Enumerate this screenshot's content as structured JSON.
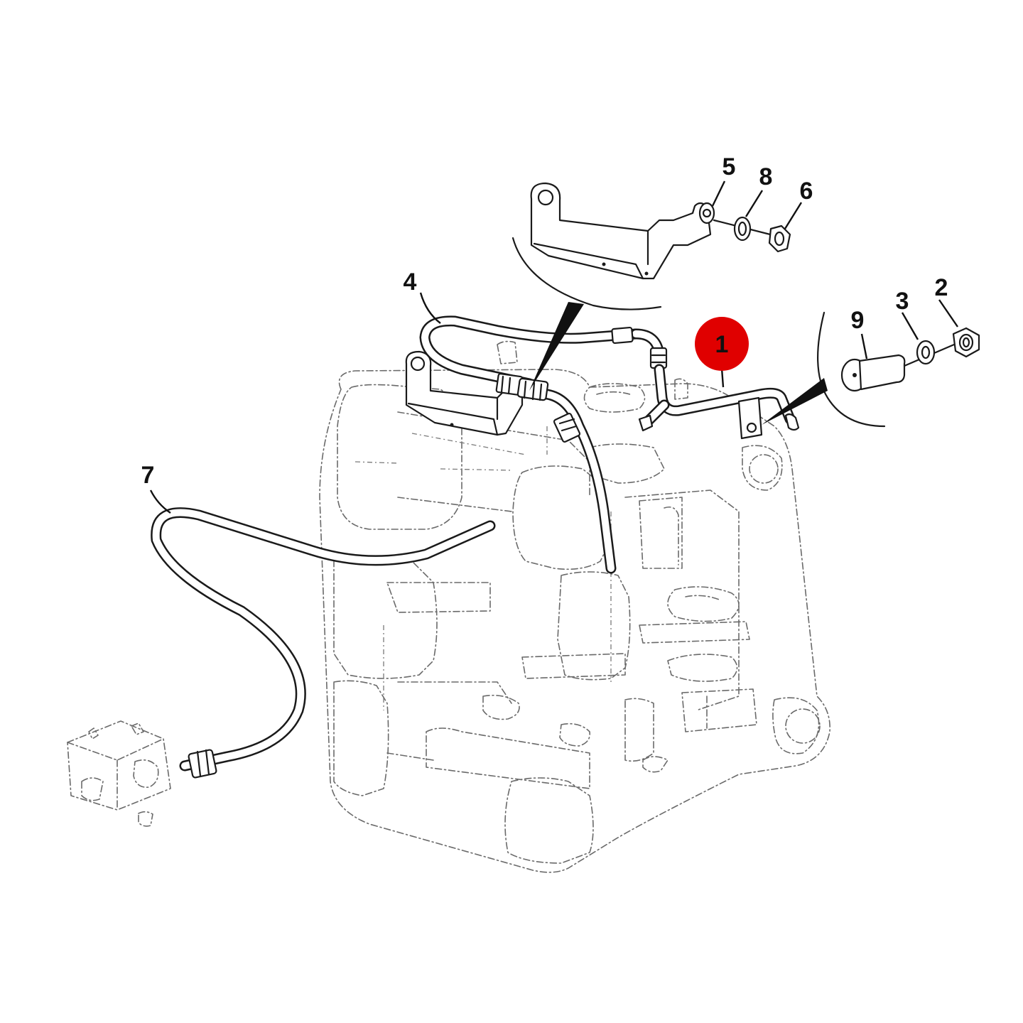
{
  "colors": {
    "highlight": "#e00000",
    "ink": "#111111",
    "phantom": "#6a6a6a"
  },
  "callouts": {
    "c1": "1",
    "c2": "2",
    "c3": "3",
    "c4": "4",
    "c5": "5",
    "c6": "6",
    "c7": "7",
    "c8": "8",
    "c9": "9"
  }
}
